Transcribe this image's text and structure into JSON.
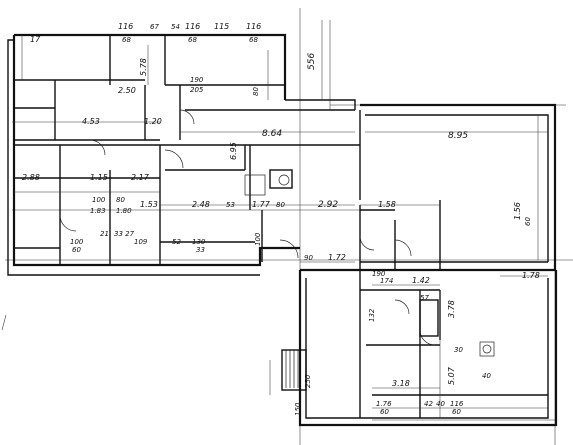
{
  "drawing": {
    "labels": [
      {
        "id": "d116a",
        "text": "116"
      },
      {
        "id": "d67a",
        "text": "67"
      },
      {
        "id": "d54",
        "text": "54"
      },
      {
        "id": "d116b",
        "text": "116"
      },
      {
        "id": "d115",
        "text": "115"
      },
      {
        "id": "d116c",
        "text": "116"
      },
      {
        "id": "d68a",
        "text": "68"
      },
      {
        "id": "d68b",
        "text": "68"
      },
      {
        "id": "d68c",
        "text": "68"
      },
      {
        "id": "d17a",
        "text": "17"
      },
      {
        "id": "d556",
        "text": "556"
      },
      {
        "id": "d250",
        "text": "2.50"
      },
      {
        "id": "d578",
        "text": "5.78"
      },
      {
        "id": "d190",
        "text": "190"
      },
      {
        "id": "d205",
        "text": "205"
      },
      {
        "id": "d80a",
        "text": "80"
      },
      {
        "id": "d453",
        "text": "4.53"
      },
      {
        "id": "d120",
        "text": "1.20"
      },
      {
        "id": "d864",
        "text": "8.64"
      },
      {
        "id": "d895",
        "text": "8.95"
      },
      {
        "id": "d695",
        "text": "6.95"
      },
      {
        "id": "d288",
        "text": "2.88"
      },
      {
        "id": "d115b",
        "text": "1.15"
      },
      {
        "id": "d217",
        "text": "2.17"
      },
      {
        "id": "d100a",
        "text": "100"
      },
      {
        "id": "d80b",
        "text": "80"
      },
      {
        "id": "d153",
        "text": "1.53"
      },
      {
        "id": "d248",
        "text": "2.48"
      },
      {
        "id": "d53",
        "text": "53"
      },
      {
        "id": "d177",
        "text": "1.77"
      },
      {
        "id": "d80c",
        "text": "80"
      },
      {
        "id": "d292",
        "text": "2.92"
      },
      {
        "id": "d158",
        "text": "1.58"
      },
      {
        "id": "d183",
        "text": "1.83"
      },
      {
        "id": "d180",
        "text": "1.80"
      },
      {
        "id": "d21",
        "text": "21"
      },
      {
        "id": "d3327",
        "text": "33 27"
      },
      {
        "id": "d109",
        "text": "109"
      },
      {
        "id": "d52",
        "text": "52"
      },
      {
        "id": "d130",
        "text": "130"
      },
      {
        "id": "d33",
        "text": "33"
      },
      {
        "id": "d100b",
        "text": "100"
      },
      {
        "id": "d60a",
        "text": "60"
      },
      {
        "id": "d100c",
        "text": "100"
      },
      {
        "id": "d90",
        "text": "90"
      },
      {
        "id": "d172",
        "text": "1.72"
      },
      {
        "id": "d190b",
        "text": "190"
      },
      {
        "id": "d174",
        "text": "174"
      },
      {
        "id": "d142",
        "text": "1.42"
      },
      {
        "id": "d178",
        "text": "1.78"
      },
      {
        "id": "d378",
        "text": "3.78"
      },
      {
        "id": "d318",
        "text": "3.18"
      },
      {
        "id": "d507",
        "text": "5.07"
      },
      {
        "id": "d176",
        "text": "1.76"
      },
      {
        "id": "d60b",
        "text": "60"
      },
      {
        "id": "d42",
        "text": "42"
      },
      {
        "id": "d40a",
        "text": "40"
      },
      {
        "id": "d116d",
        "text": "116"
      },
      {
        "id": "d60c",
        "text": "60"
      },
      {
        "id": "d40b",
        "text": "40"
      },
      {
        "id": "d250b",
        "text": "250"
      },
      {
        "id": "d150",
        "text": "150"
      },
      {
        "id": "d156",
        "text": "1.56"
      },
      {
        "id": "d60d",
        "text": "60"
      },
      {
        "id": "d132",
        "text": "132"
      },
      {
        "id": "d57",
        "text": "57"
      },
      {
        "id": "d30",
        "text": "30"
      }
    ]
  }
}
